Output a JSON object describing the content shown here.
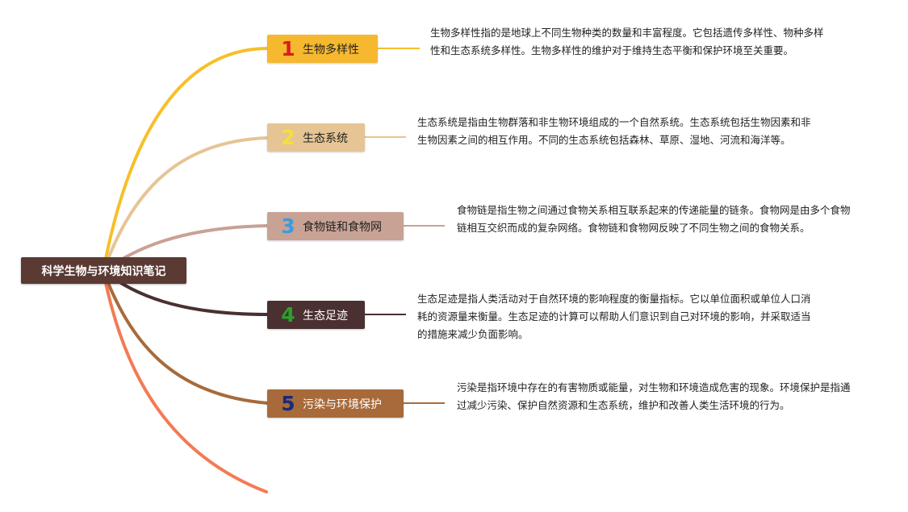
{
  "root": {
    "title": "科学生物与环境知识笔记"
  },
  "topics": [
    {
      "number": "1",
      "title": "生物多样性",
      "desc": "生物多样性指的是地球上不同生物种类的数量和丰富程度。它包括遗传多样性、物种多样性和生态系统多样性。生物多样性的维护对于维持生态平衡和保护环境至关重要。",
      "colors": {
        "bg": "#f6b82e",
        "text": "#222222",
        "num": "#d81e1e",
        "branch": "#f6c02a"
      }
    },
    {
      "number": "2",
      "title": "生态系统",
      "desc": "生态系统是指由生物群落和非生物环境组成的一个自然系统。生态系统包括生物因素和非生物因素之间的相互作用。不同的生态系统包括森林、草原、湿地、河流和海洋等。",
      "colors": {
        "bg": "#e6c494",
        "text": "#222222",
        "num": "#f5e03a",
        "branch": "#e6c494"
      }
    },
    {
      "number": "3",
      "title": "食物链和食物网",
      "desc": "食物链是指生物之间通过食物关系相互联系起来的传递能量的链条。食物网是由多个食物链相互交织而成的复杂网络。食物链和食物网反映了不同生物之间的食物关系。",
      "colors": {
        "bg": "#c8a294",
        "text": "#222222",
        "num": "#3a9be0",
        "branch": "#c8a294"
      }
    },
    {
      "number": "4",
      "title": "生态足迹",
      "desc": "生态足迹是指人类活动对于自然环境的影响程度的衡量指标。它以单位面积或单位人口消耗的资源量来衡量。生态足迹的计算可以帮助人们意识到自己对环境的影响，并采取适当的措施来减少负面影响。",
      "colors": {
        "bg": "#4a3030",
        "text": "#ffffff",
        "num": "#2ca02c",
        "branch": "#4a3030"
      }
    },
    {
      "number": "5",
      "title": "污染与环境保护",
      "desc": "污染是指环境中存在的有害物质或能量，对生物和环境造成危害的现象。环境保护是指通过减少污染、保护自然资源和生态系统，维护和改善人类生活环境的行为。",
      "colors": {
        "bg": "#a86a3a",
        "text": "#ffffff",
        "num": "#1a2a7a",
        "branch": "#a86a3a"
      }
    }
  ],
  "extra_branch_color": "#f47a55"
}
